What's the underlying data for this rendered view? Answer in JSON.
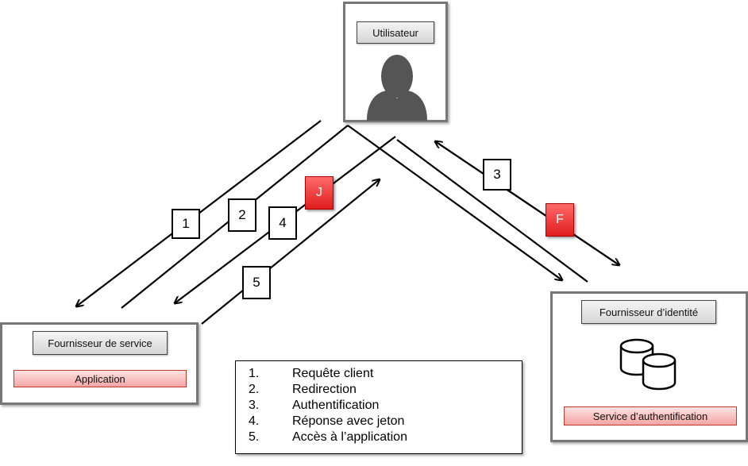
{
  "user": {
    "label": "Utilisateur"
  },
  "service_provider": {
    "label": "Fournisseur de service",
    "app_label": "Application"
  },
  "identity_provider": {
    "label": "Fournisseur d’identité",
    "auth_label": "Service d’authentification"
  },
  "step_numbers": [
    "1",
    "2",
    "3",
    "4",
    "5"
  ],
  "tags": {
    "j": "J",
    "f": "F"
  },
  "legend": [
    {
      "n": "1.",
      "text": "Requête client"
    },
    {
      "n": "2.",
      "text": "Redirection"
    },
    {
      "n": "3.",
      "text": "Authentification"
    },
    {
      "n": "4.",
      "text": "Réponse avec jeton"
    },
    {
      "n": "5.",
      "text": "Accès à l’application"
    }
  ],
  "colors": {
    "accent_red": "#e01c1c",
    "pink": "#f4a5a5",
    "frame_gray": "#777777",
    "user_icon": "#555555"
  }
}
